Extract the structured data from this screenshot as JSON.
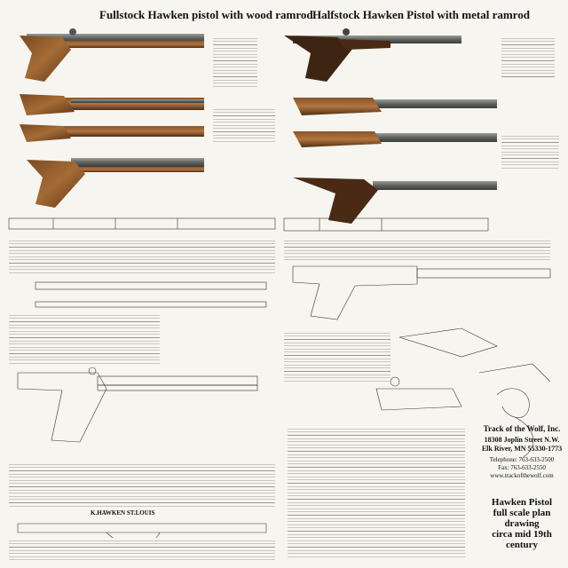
{
  "headings": {
    "left": "Fullstock Hawken pistol with wood ramrod",
    "right": "Halfstock Hawken Pistol with metal ramrod"
  },
  "drawing_labels": {
    "maker": "K.HAWKEN ST.LOUIS"
  },
  "publisher": {
    "name": "Track of the Wolf, Inc.",
    "address1": "18308 Joplin Street N.W.",
    "address2": "Elk River, MN 55330-1773",
    "phone": "Telephone: 763-633-2500",
    "fax": "Fax: 763-633-2550",
    "web": "www.trackofthewolf.com"
  },
  "plan_title": {
    "line1": "Hawken Pistol",
    "line2": "full scale plan",
    "line3": "drawing",
    "line4": "circa mid 19th",
    "line5": "century"
  },
  "colors": {
    "wood_dark": "#5a3418",
    "wood_light": "#a56b35",
    "metal": "#5f625f",
    "metal_light": "#9b9d98",
    "paper": "#f7f5ef"
  }
}
